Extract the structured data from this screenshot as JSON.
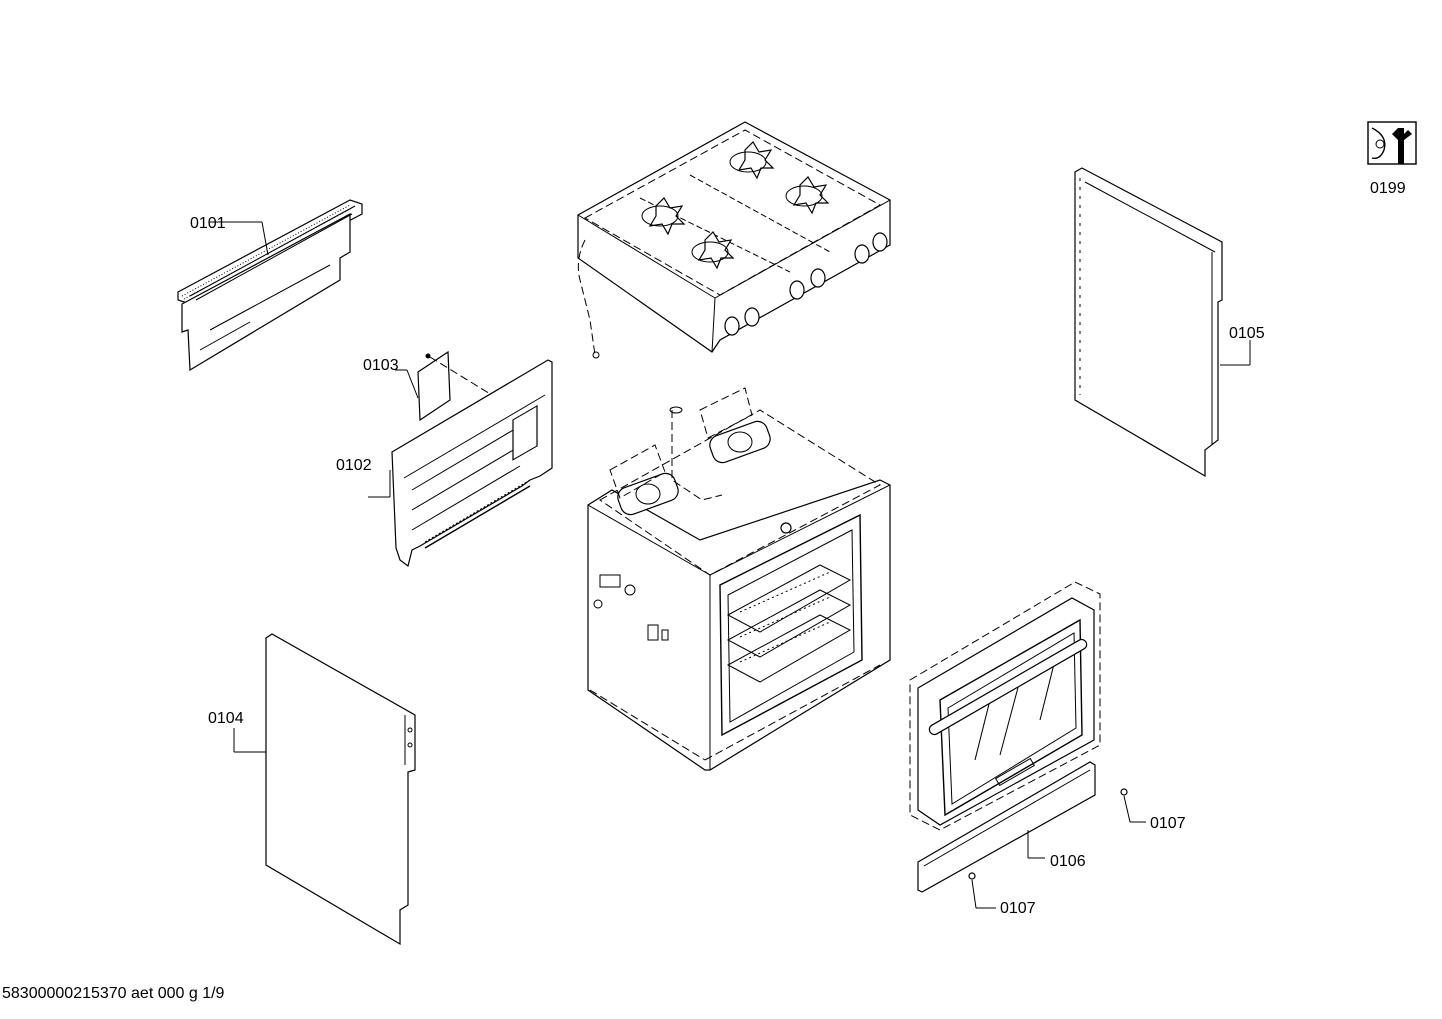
{
  "labels": {
    "p0101": "0101",
    "p0102": "0102",
    "p0103": "0103",
    "p0104": "0104",
    "p0105": "0105",
    "p0106": "0106",
    "p0107a": "0107",
    "p0107b": "0107",
    "p0199": "0199"
  },
  "footer": "58300000215370 aet 000 g 1/9",
  "icons": {
    "tool": "wrench-service-icon"
  }
}
